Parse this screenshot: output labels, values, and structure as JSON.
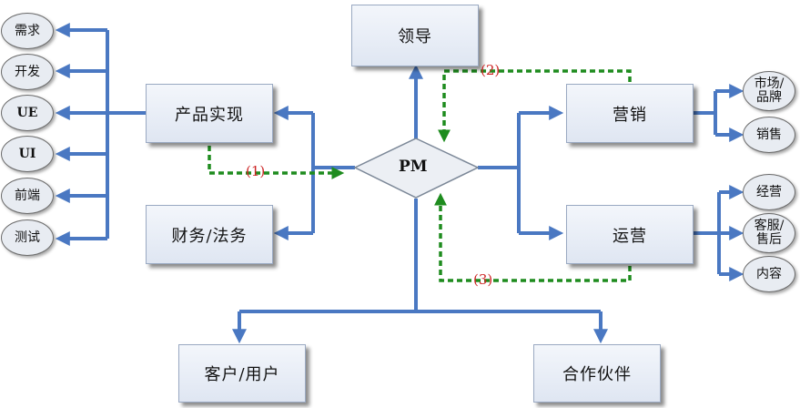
{
  "nodes": {
    "leader": "领导",
    "product": "产品实现",
    "finance": "财务/法务",
    "pm": "PM",
    "marketing": "营销",
    "operations": "运营",
    "customer": "客户/用户",
    "partner": "合作伙伴"
  },
  "left_ovals": [
    "需求",
    "开发",
    "UE",
    "UI",
    "前端",
    "测试"
  ],
  "right_ovals": {
    "market_brand": [
      "市场/",
      "品牌"
    ],
    "sales": "销售",
    "business": "经营",
    "service": [
      "客服/",
      "售后"
    ],
    "content": "内容"
  },
  "steps": [
    "(1)",
    "(2)",
    "(3)"
  ],
  "colors": {
    "arrow": "#4a78c2",
    "dashed": "#1e8c1e",
    "step_label": "#cc2222",
    "box_fill": "#e4eaf4"
  }
}
